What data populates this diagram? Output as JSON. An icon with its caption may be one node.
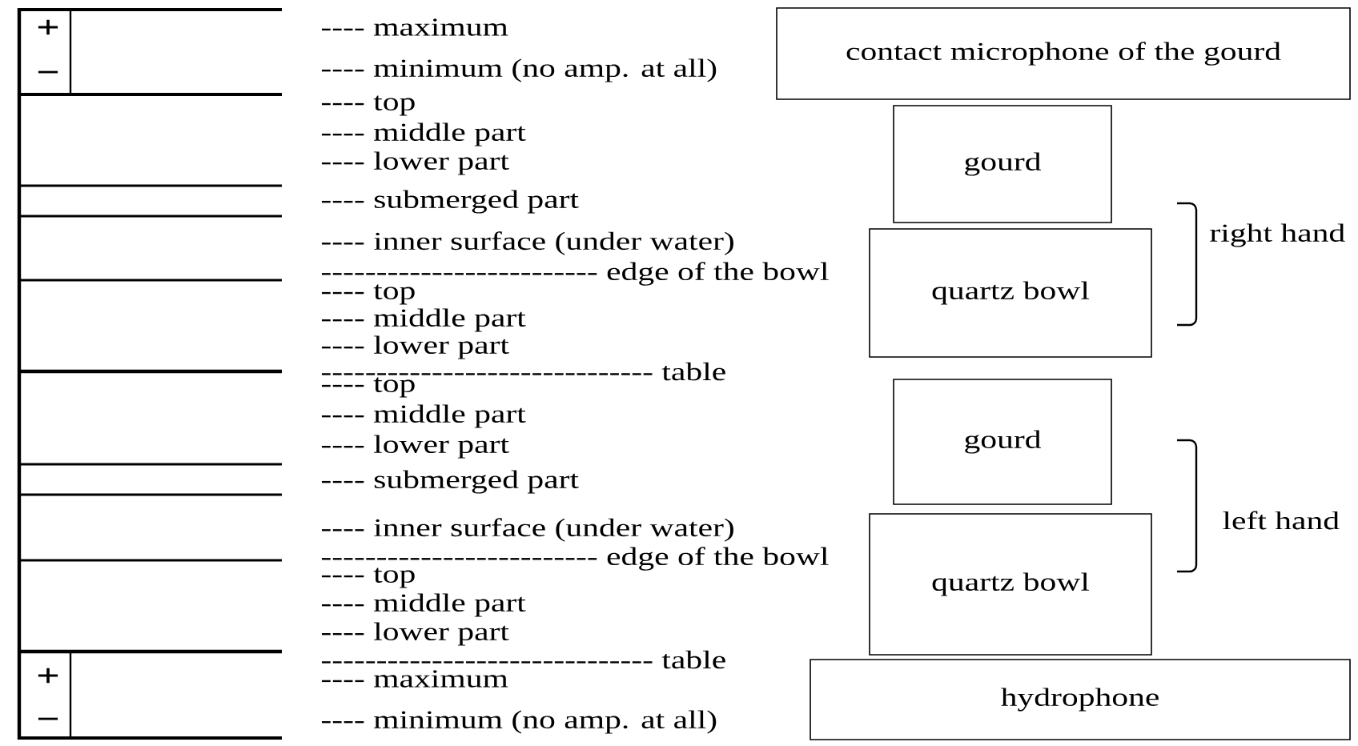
{
  "diagram": {
    "nodes": [
      {
        "text": [
          "contact microphone of the gourd"
        ]
      },
      {
        "text": [
          "gourd"
        ]
      },
      {
        "text": [
          "quartz bowl"
        ]
      },
      {
        "text": [
          "gourd"
        ]
      },
      {
        "text": [
          "quartz bowl"
        ]
      },
      {
        "text": [
          "hydrophone"
        ]
      }
    ],
    "edges": [],
    "labels": [
      "+",
      "−",
      "---- maximum",
      "---- minimum (no amp. at all)",
      "---- top",
      "---- middle part",
      "---- lower part",
      "---- submerged part",
      "---- inner surface (under water)",
      "------------------------- edge of the bowl",
      "---- top",
      "---- middle part",
      "---- lower part",
      "------------------------------ table",
      "---- top",
      "---- middle part",
      "---- lower part",
      "---- submerged part",
      "---- inner surface (under water)",
      "------------------------- edge of the bowl",
      "---- top",
      "---- middle part",
      "---- lower part",
      "------------------------------ table",
      "+",
      "−",
      "---- maximum",
      "---- minimum (no amp. at all)",
      "right hand",
      "left hand"
    ]
  }
}
